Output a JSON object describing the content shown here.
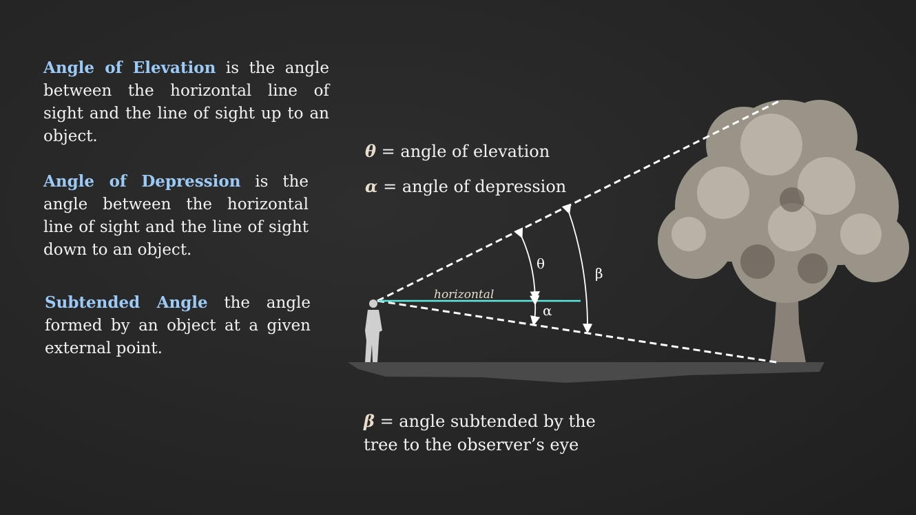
{
  "definitions": [
    {
      "term": "Angle of Elevation",
      "text": " is the angle between the horizontal line of sight and the line of sight up to an object."
    },
    {
      "term": "Angle of Depression",
      "text": " is the angle between the horizontal line of sight and the line of sight down to an object."
    },
    {
      "term": "Subtended Angle",
      "text": " the angle formed by an object at a given external point."
    }
  ],
  "legend": {
    "theta": {
      "symbol": "θ",
      "text": " = angle of elevation"
    },
    "alpha": {
      "symbol": "α",
      "text": " = angle of depression"
    },
    "beta": {
      "symbol": "β",
      "text": " = angle subtended by the tree to the observer’s eye"
    }
  },
  "diagram": {
    "horizontal_label": "horizontal",
    "theta_label": "θ",
    "alpha_label": "α",
    "beta_label": "β"
  },
  "colors": {
    "accent": "#9ccaf6",
    "horizontal_line": "#5fe8e0",
    "background": "#262626"
  }
}
